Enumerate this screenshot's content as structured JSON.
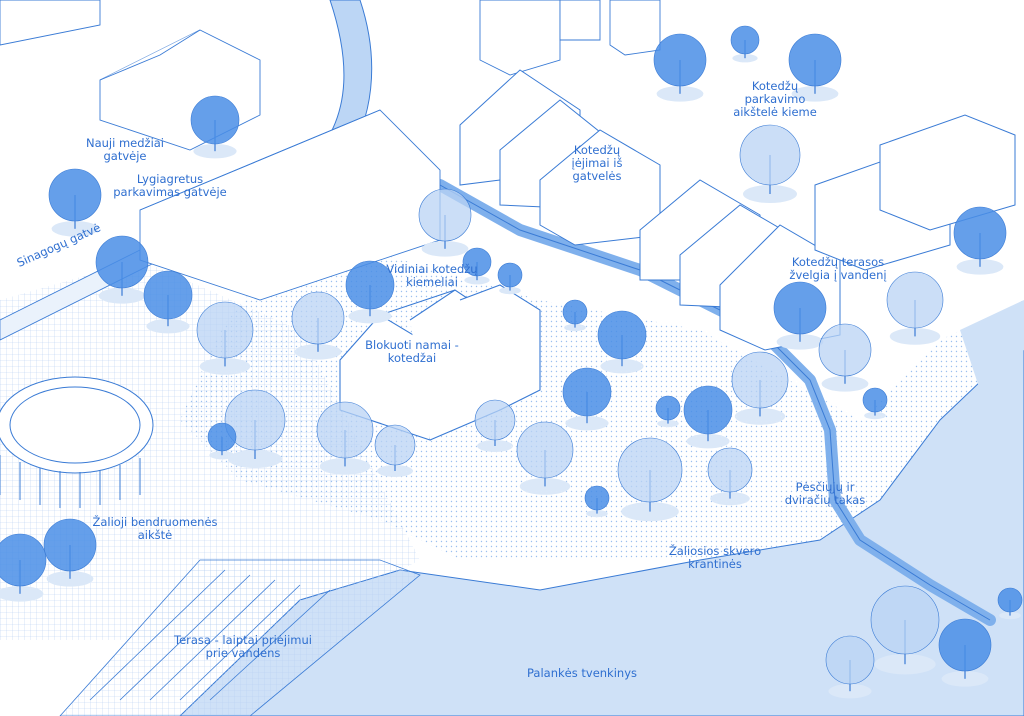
{
  "colors": {
    "line": "#3a7bd5",
    "text": "#2f6fd0",
    "water": "#cfe1f7",
    "tree": "#4a8ee6",
    "pale_tree": "#b9d3f4",
    "path": "#dbe8f8"
  },
  "labels": {
    "new_trees": "Nauji medžiai\ngatvėje",
    "parallel_parking": "Lygiagretus\nparkavimas gatvėje",
    "sinagogu_street": "Sinagogų gatvė",
    "cottage_parking": "Kotedžų\nparkavimo\naikštelė kieme",
    "cottage_entrances": "Kotedžų\nįėjimai iš\ngatvelės",
    "inner_courtyards": "Vidiniai kotedžų\nkiemeliai",
    "cottage_terraces": "Kotedžų terasos\nžvelgia į vandenį",
    "block_houses": "Blokuoti namai -\nkotedžai",
    "green_square": "Žalioji bendruomenės\naikštė",
    "walk_bike_path": "Pėsčiųjų ir\ndviračių takas",
    "green_embankment": "Žaliosios skvero\nkrantinės",
    "terrace_steps": "Terasa - laiptai priėjimui\nprie vandens",
    "pond": "Palankės tvenkinys"
  }
}
